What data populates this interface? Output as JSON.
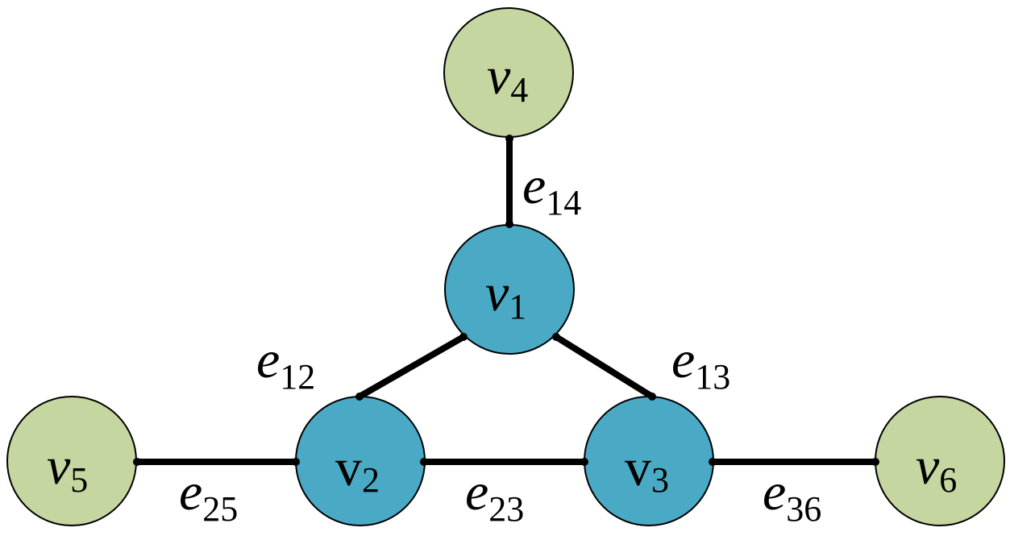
{
  "colors": {
    "outer_node": "#c6d6a0",
    "inner_node": "#4aa9c4",
    "edge": "#000000"
  },
  "nodes": {
    "v1": {
      "main": "v",
      "sub": "1"
    },
    "v2": {
      "main": "v",
      "sub": "2"
    },
    "v3": {
      "main": "v",
      "sub": "3"
    },
    "v4": {
      "main": "v",
      "sub": "4"
    },
    "v5": {
      "main": "v",
      "sub": "5"
    },
    "v6": {
      "main": "v",
      "sub": "6"
    }
  },
  "edges": {
    "e14": {
      "main": "e",
      "sub": "14"
    },
    "e12": {
      "main": "e",
      "sub": "12"
    },
    "e13": {
      "main": "e",
      "sub": "13"
    },
    "e25": {
      "main": "e",
      "sub": "25"
    },
    "e23": {
      "main": "e",
      "sub": "23"
    },
    "e36": {
      "main": "e",
      "sub": "36"
    }
  }
}
